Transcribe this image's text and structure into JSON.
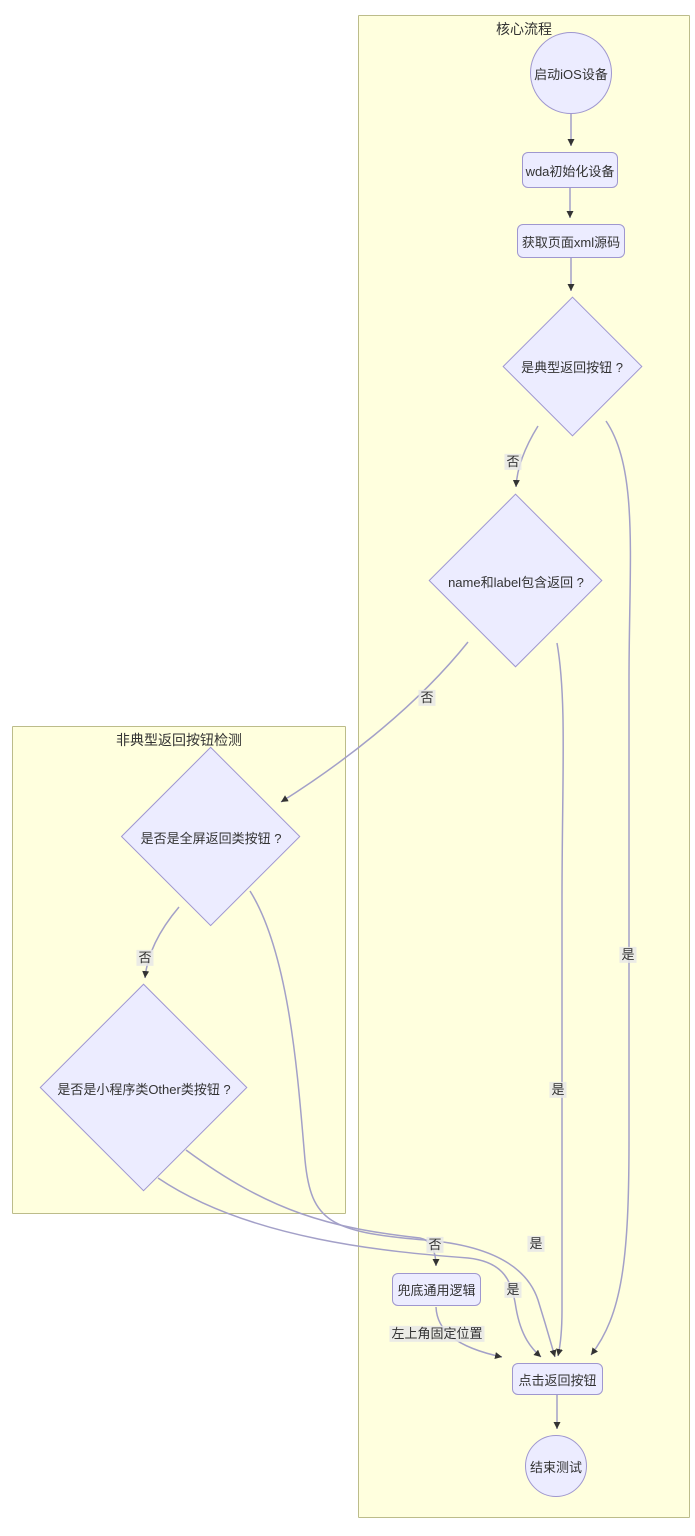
{
  "diagram": {
    "type": "flowchart",
    "direction": "top-down",
    "colors": {
      "background": "#ffffff",
      "cluster_fill": "#ffffde",
      "cluster_border": "#bcbc8a",
      "node_fill": "#ececff",
      "node_border": "#9f97cf",
      "edge_line": "#a3a0c8",
      "arrowhead": "#333333",
      "text": "#333333",
      "edge_label_bg": "#e8e8e8"
    },
    "clusters": [
      {
        "id": "core",
        "title": "核心流程"
      },
      {
        "id": "atypical",
        "title": "非典型返回按钮检测"
      }
    ],
    "nodes": [
      {
        "id": "start",
        "shape": "circle",
        "label": "启动iOS设备"
      },
      {
        "id": "wda",
        "shape": "rect",
        "label": "wda初始化设备"
      },
      {
        "id": "xml",
        "shape": "rect",
        "label": "获取页面xml源码"
      },
      {
        "id": "typical",
        "shape": "diamond",
        "label": "是典型返回按钮 ?"
      },
      {
        "id": "namelabel",
        "shape": "diamond",
        "label": "name和label包含返回 ?"
      },
      {
        "id": "fullscreen",
        "shape": "diamond",
        "label": "是否是全屏返回类按钮 ?"
      },
      {
        "id": "other",
        "shape": "diamond",
        "label": "是否是小程序类Other类按钮 ?"
      },
      {
        "id": "fallback",
        "shape": "rect",
        "label": "兜底通用逻辑"
      },
      {
        "id": "click",
        "shape": "rect",
        "label": "点击返回按钮"
      },
      {
        "id": "end",
        "shape": "circle",
        "label": "结束测试"
      }
    ],
    "edges": [
      {
        "from": "start",
        "to": "wda",
        "label": ""
      },
      {
        "from": "wda",
        "to": "xml",
        "label": ""
      },
      {
        "from": "xml",
        "to": "typical",
        "label": ""
      },
      {
        "from": "typical",
        "to": "namelabel",
        "label": "否"
      },
      {
        "from": "typical",
        "to": "click",
        "label": "是"
      },
      {
        "from": "namelabel",
        "to": "fullscreen",
        "label": "否"
      },
      {
        "from": "namelabel",
        "to": "click",
        "label": "是"
      },
      {
        "from": "fullscreen",
        "to": "other",
        "label": "否"
      },
      {
        "from": "fullscreen",
        "to": "click",
        "label": "是"
      },
      {
        "from": "other",
        "to": "fallback",
        "label": "否"
      },
      {
        "from": "other",
        "to": "click",
        "label": "是"
      },
      {
        "from": "fallback",
        "to": "click",
        "label": "左上角固定位置"
      },
      {
        "from": "click",
        "to": "end",
        "label": ""
      }
    ],
    "edge_labels": [
      {
        "text": "否"
      },
      {
        "text": "否"
      },
      {
        "text": "是"
      },
      {
        "text": "是"
      },
      {
        "text": "否"
      },
      {
        "text": "否"
      },
      {
        "text": "是"
      },
      {
        "text": "是"
      },
      {
        "text": "左上角固定位置"
      }
    ]
  }
}
